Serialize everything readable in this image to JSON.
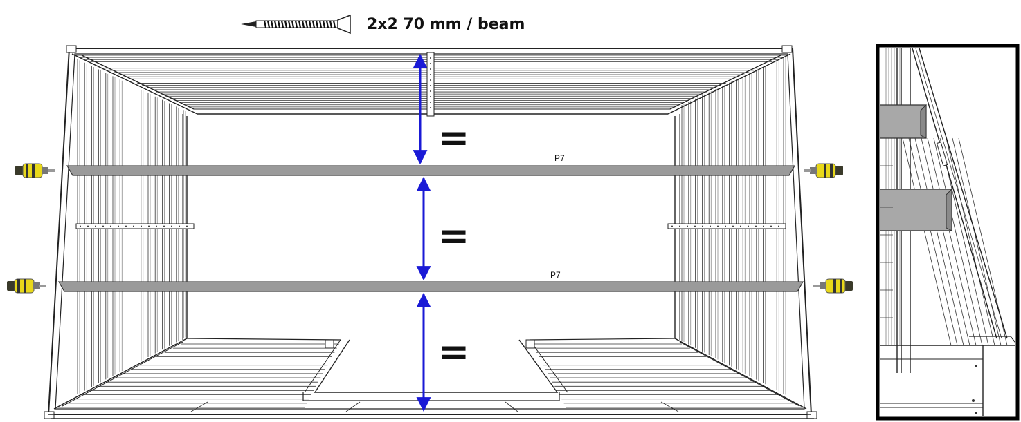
{
  "header": {
    "screw_spec": "2x2 70 mm / beam"
  },
  "parts": {
    "upper_beam": "P7",
    "lower_beam": "P7"
  },
  "spacing": {
    "top": "=",
    "middle": "=",
    "bottom": "="
  },
  "colors": {
    "arrow": "#1a1ad6",
    "beam": "#9a9a9a",
    "drill_body": "#e8d81a",
    "detail_fill": "#a8a8a8"
  },
  "icons": {
    "screw": "screw-icon",
    "drill": "drill-icon"
  }
}
